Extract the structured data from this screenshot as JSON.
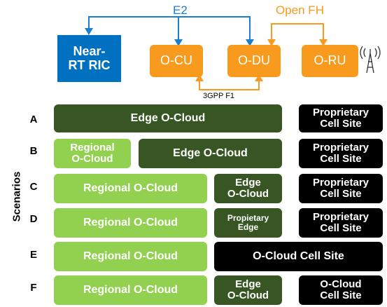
{
  "header": {
    "e2_label": "E2",
    "open_fh_label": "Open FH",
    "f1_label": "3GPP F1"
  },
  "nodes": {
    "ric": "Near-\nRT RIC",
    "ocu": "O-CU",
    "odu": "O-DU",
    "oru": "O-RU"
  },
  "axis_label": "Scenarios",
  "scenarios": [
    {
      "id": "A",
      "boxes": [
        "Edge O-Cloud",
        "Proprietary\nCell Site"
      ]
    },
    {
      "id": "B",
      "boxes": [
        "Regional\nO-Cloud",
        "Edge O-Cloud",
        "Proprietary\nCell Site"
      ]
    },
    {
      "id": "C",
      "boxes": [
        "Regional O-Cloud",
        "Edge\nO-Cloud",
        "Proprietary\nCell Site"
      ]
    },
    {
      "id": "D",
      "boxes": [
        "Regional O-Cloud",
        "Propietary\nEdge",
        "Proprietary\nCell Site"
      ]
    },
    {
      "id": "E",
      "boxes": [
        "Regional O-Cloud",
        "O-Cloud Cell Site"
      ]
    },
    {
      "id": "F",
      "boxes": [
        "Regional O-Cloud",
        "Edge\nO-Cloud",
        "O-Cloud\nCell Site"
      ]
    }
  ],
  "colors": {
    "blue": "#0070c0",
    "orange": "#f79a1e",
    "dark_green": "#375623",
    "light_green": "#92d050",
    "black": "#000000"
  }
}
